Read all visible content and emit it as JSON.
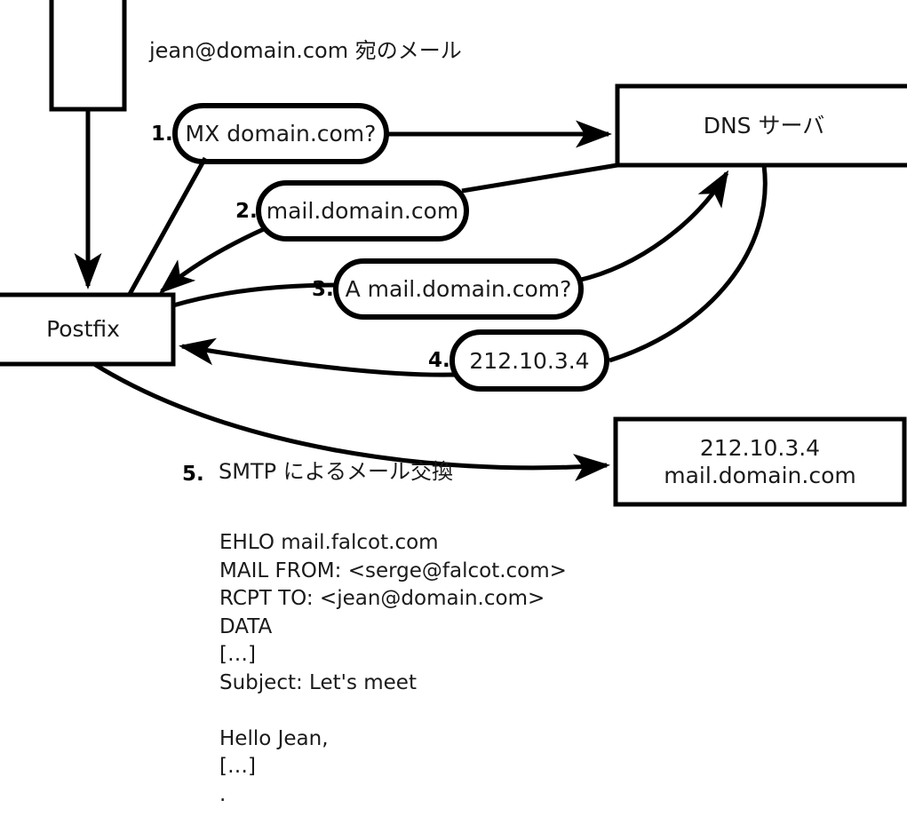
{
  "diagram": {
    "title_caption": "jean@domain.com 宛のメール",
    "nodes": [
      {
        "id": "client",
        "label": ""
      },
      {
        "id": "postfix",
        "label": "Postfix"
      },
      {
        "id": "dns",
        "label": "DNS サーバ"
      },
      {
        "id": "mailserver_ip",
        "label": "212.10.3.4"
      },
      {
        "id": "mailserver_host",
        "label": "mail.domain.com"
      }
    ],
    "steps": [
      {
        "num": "1.",
        "bubble": "MX domain.com?"
      },
      {
        "num": "2.",
        "bubble": "mail.domain.com"
      },
      {
        "num": "3.",
        "bubble": "A mail.domain.com?"
      },
      {
        "num": "4.",
        "bubble": "212.10.3.4"
      },
      {
        "num": "5.",
        "caption": "SMTP によるメール交換"
      }
    ],
    "smtp_transcript": [
      "EHLO mail.falcot.com",
      "MAIL FROM: <serge@falcot.com>",
      "RCPT TO: <jean@domain.com>",
      "DATA",
      "[…]",
      "Subject: Let's meet",
      "",
      "Hello Jean,",
      "[…]",
      "."
    ],
    "colors": {
      "stroke": "#000000",
      "fill": "#ffffff",
      "text": "#1a1a1a"
    }
  }
}
